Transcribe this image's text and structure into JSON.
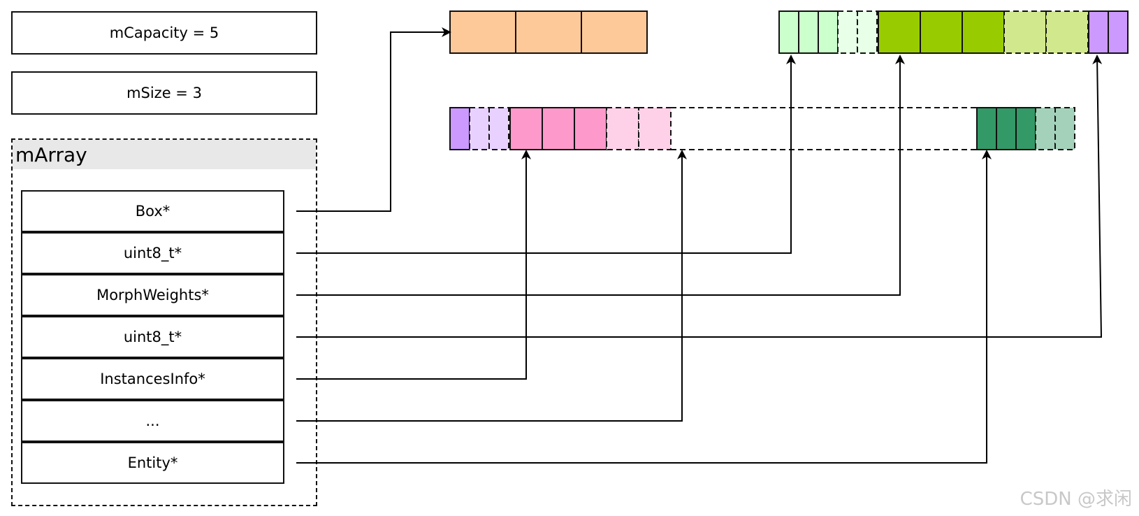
{
  "capacity_label": "mCapacity = 5",
  "size_label": "mSize = 3",
  "array": {
    "title": "mArray",
    "fields": [
      "Box*",
      "uint8_t*",
      "MorphWeights*",
      "uint8_t*",
      "InstancesInfo*",
      "...",
      "Entity*"
    ]
  },
  "buffers": [
    {
      "segments": [
        {
          "color": "#fec998",
          "cells": 3,
          "used": 3
        },
        {
          "color": "#cbffcc",
          "cells": 5,
          "used": 3
        },
        {
          "color": "#99cc00",
          "cells": 5,
          "used": 3
        },
        {
          "color": "#cc99ff",
          "cells": 2,
          "used": 2
        }
      ]
    },
    {
      "segments": [
        {
          "color": "#cc99ff",
          "cells": 3,
          "used": 1
        },
        {
          "color": "#fe99cc",
          "cells": 5,
          "used": 3
        },
        {
          "color": "#339966",
          "cells": 5,
          "used": 3
        }
      ]
    }
  ],
  "watermark": "CSDN @求闲"
}
